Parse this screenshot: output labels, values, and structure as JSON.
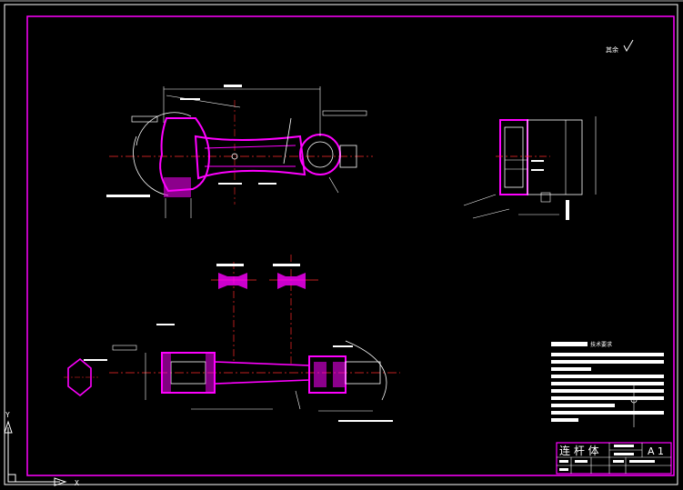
{
  "drawing": {
    "title": "连 杆 体",
    "sheet": "A 1",
    "finish_note": "其余",
    "notes_heading": "技术要求",
    "colors": {
      "background": "#000000",
      "frame": "#ff00ff",
      "geometry": "#ffffff",
      "centerline": "#ff2a2a",
      "dimension": "#ffffff",
      "section_fill": "#ff00ff",
      "ucs": "#ffffff"
    }
  },
  "ucs": {
    "x_label": "X",
    "y_label": "Y"
  },
  "icons": [
    "ucs-icon",
    "roughness-symbol-icon"
  ]
}
